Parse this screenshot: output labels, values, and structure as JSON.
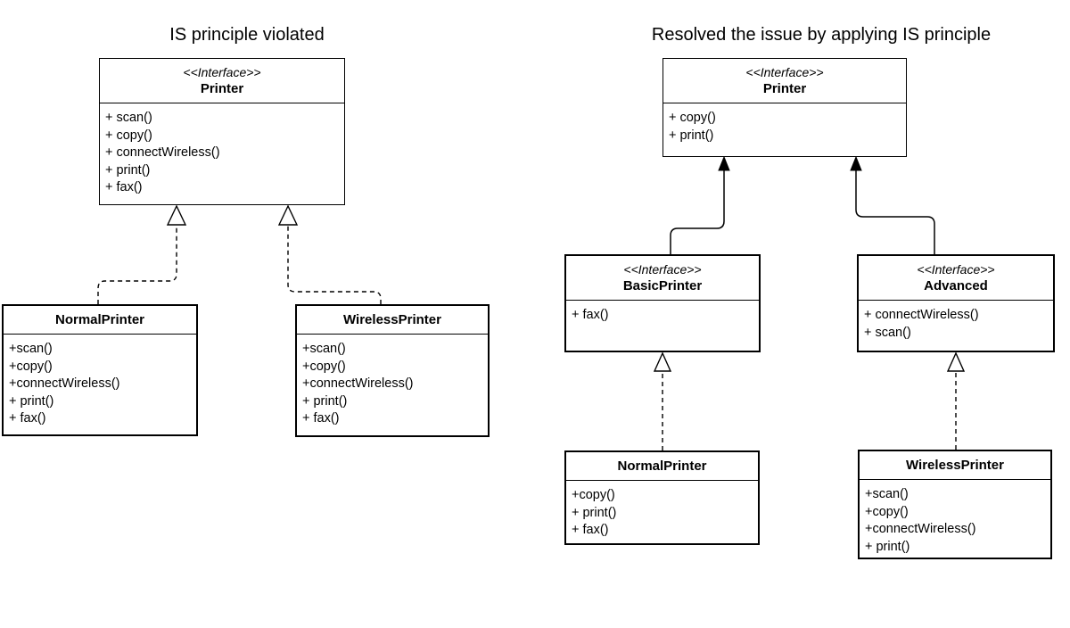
{
  "left": {
    "title": "IS principle violated",
    "printer": {
      "stereotype": "<<Interface>>",
      "name": "Printer",
      "methods": [
        "+ scan()",
        "+ copy()",
        "+ connectWireless()",
        "+ print()",
        "+ fax()"
      ]
    },
    "normal_printer": {
      "name": "NormalPrinter",
      "methods": [
        "+scan()",
        "+copy()",
        "+connectWireless()",
        "+ print()",
        "+ fax()"
      ]
    },
    "wireless_printer": {
      "name": "WirelessPrinter",
      "methods": [
        "+scan()",
        "+copy()",
        "+connectWireless()",
        "+ print()",
        "+ fax()"
      ]
    },
    "relationships": [
      {
        "from": "NormalPrinter",
        "to": "Printer",
        "type": "realization (dashed, hollow triangle)"
      },
      {
        "from": "WirelessPrinter",
        "to": "Printer",
        "type": "realization (dashed, hollow triangle)"
      }
    ]
  },
  "right": {
    "title": "Resolved the issue by applying IS principle",
    "printer": {
      "stereotype": "<<Interface>>",
      "name": "Printer",
      "methods": [
        "+ copy()",
        "+ print()"
      ]
    },
    "basic_printer": {
      "stereotype": "<<Interface>>",
      "name": "BasicPrinter",
      "methods": [
        "+ fax()"
      ]
    },
    "advanced": {
      "stereotype": "<<Interface>>",
      "name": "Advanced",
      "methods": [
        "+ connectWireless()",
        "+ scan()"
      ]
    },
    "normal_printer": {
      "name": "NormalPrinter",
      "methods": [
        "+copy()",
        "+ print()",
        "+ fax()"
      ]
    },
    "wireless_printer": {
      "name": "WirelessPrinter",
      "methods": [
        "+scan()",
        "+copy()",
        "+connectWireless()",
        "+ print()"
      ]
    },
    "relationships": [
      {
        "from": "BasicPrinter",
        "to": "Printer",
        "type": "extension (solid, filled arrow)"
      },
      {
        "from": "Advanced",
        "to": "Printer",
        "type": "extension (solid, filled arrow)"
      },
      {
        "from": "NormalPrinter",
        "to": "BasicPrinter",
        "type": "realization (dashed, hollow triangle)"
      },
      {
        "from": "WirelessPrinter",
        "to": "Advanced",
        "type": "realization (dashed, hollow triangle)"
      }
    ]
  },
  "colors": {
    "line": "#000000",
    "background": "#ffffff",
    "text": "#000000"
  }
}
